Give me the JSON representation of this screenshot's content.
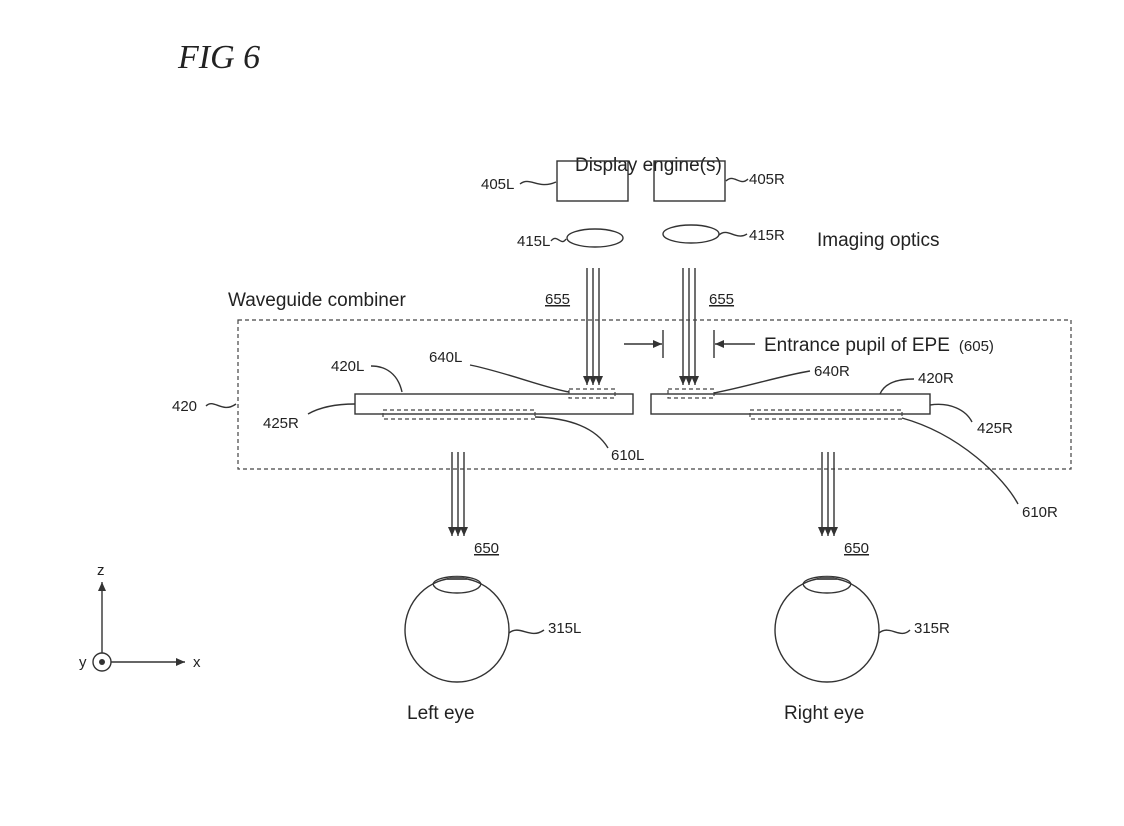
{
  "figure": {
    "title": "FIG 6",
    "display_engine_label": "Display engine(s)",
    "imaging_optics_label": "Imaging optics",
    "waveguide_combiner_label": "Waveguide combiner",
    "entrance_pupil_label": "Entrance pupil of EPE",
    "entrance_pupil_ref": "(605)",
    "left_eye_label": "Left eye",
    "right_eye_label": "Right eye",
    "refs": {
      "r405L": "405L",
      "r405R": "405R",
      "r415L": "415L",
      "r415R": "415R",
      "r655_left": "655",
      "r655_right": "655",
      "r420": "420",
      "r420L": "420L",
      "r420R": "420R",
      "r425R_left": "425R",
      "r425R_right": "425R",
      "r640L": "640L",
      "r640R": "640R",
      "r610L": "610L",
      "r610R": "610R",
      "r650_left": "650",
      "r650_right": "650",
      "r315L": "315L",
      "r315R": "315R"
    },
    "axes": {
      "z": "z",
      "x": "x",
      "y": "y"
    }
  }
}
